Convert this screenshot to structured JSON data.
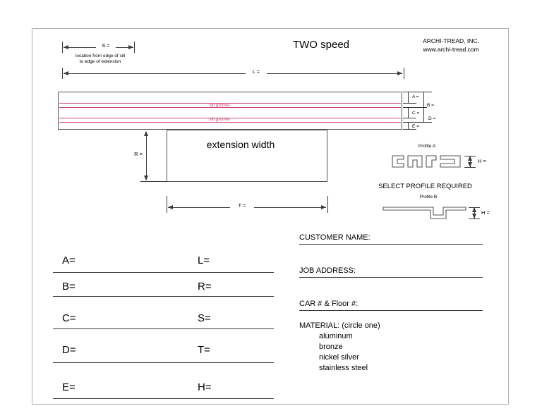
{
  "page": {
    "title": "TWO speed",
    "company": {
      "name": "ARCHI-TREAD, INC.",
      "website": "www.archi-tread.com"
    }
  },
  "drawing": {
    "groove_color": "#d4487a",
    "dims": {
      "s": "S =",
      "l": "L =",
      "r": "R =",
      "t": "T =",
      "a": "A =",
      "b": "B =",
      "c": "C =",
      "d": "D =",
      "e": "E =",
      "h_profile_a": "H =",
      "h_profile_b": "H ="
    },
    "s_note_line1": "location from edge of sill",
    "s_note_line2": "to edge of extension",
    "sill_groove_label_1": "sill groove",
    "sill_groove_label_2": "sill groove",
    "extension_width_label": "extension width",
    "profile_a_title": "Profile A",
    "profile_b_title": "Profile B",
    "select_profile_text": "SELECT PROFILE REQUIRED"
  },
  "form": {
    "dimension_rows": [
      {
        "left": "A=",
        "right": "L="
      },
      {
        "left": "B=",
        "right": "R="
      },
      {
        "left": "C=",
        "right": "S="
      },
      {
        "left": "D=",
        "right": "T="
      },
      {
        "left": "E=",
        "right": "H="
      }
    ],
    "customer_name_label": "CUSTOMER NAME:",
    "job_address_label": "JOB ADDRESS:",
    "car_floor_label": "CAR # & Floor #:",
    "material_label": "MATERIAL:  (circle one)",
    "material_options": [
      "aluminum",
      "bronze",
      "nickel silver",
      "stainless steel"
    ]
  }
}
